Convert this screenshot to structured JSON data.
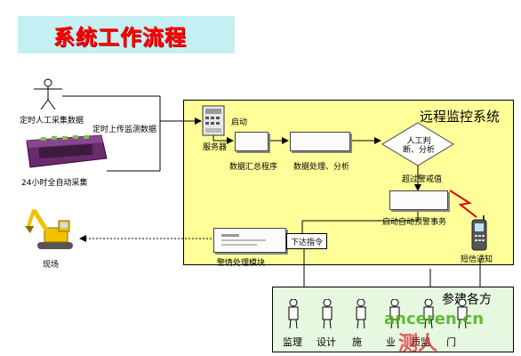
{
  "title": "系统工作流程",
  "left": {
    "manual": "定时人工采集数据",
    "auto": "24小时全自动采集",
    "upload": "定时上传监测数据",
    "site": "现场"
  },
  "remote": {
    "title": "远程监控系统",
    "server": "服务器",
    "start": "启动",
    "summary": "数据汇总程序",
    "processing": "数据处理、分析",
    "judgement": "人工判断、分析",
    "exceed": "超过警戒值",
    "warning": "启动自动预警事务",
    "sms": "短信通知",
    "alarm": "警情处理模块",
    "command": "下达指令"
  },
  "parties": {
    "title": "参建各方",
    "roles": [
      "监理",
      "设计",
      "施",
      "业",
      "质监",
      "门"
    ]
  },
  "watermark": {
    "en": "anceren.cn",
    "zh": "测人"
  },
  "colors": {
    "title": "#ff0000",
    "remote_bg": "#ffff99",
    "parties_bg": "#e6f8e0",
    "title_bg": "#c4f0f4"
  }
}
